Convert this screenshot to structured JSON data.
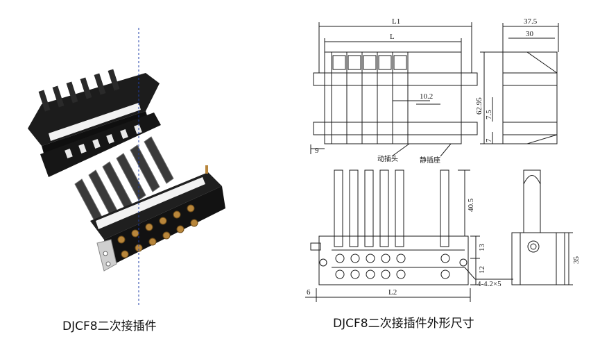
{
  "captions": {
    "photo": "DJCF8二次接插件",
    "drawing": "DJCF8二次接插件外形尺寸"
  },
  "dimensions": {
    "L1": "L1",
    "L": "L",
    "d37_5": "37.5",
    "d30": "30",
    "d10_2": "10.2",
    "d62_95": "62.95",
    "d7_5": "7.5",
    "d7": "7",
    "d9": "9",
    "d40_5": "40.5",
    "d13": "13",
    "d12": "12",
    "d35": "35",
    "d6": "6",
    "L2": "L2",
    "holes": "4-4.2×5"
  },
  "callouts": {
    "moving_plug": "动插头",
    "static_socket": "静插座"
  },
  "colors": {
    "line": "#1a1a1a",
    "connector_body": "#222222",
    "terminal_metal": "#b8863b",
    "label_strip": "#f2f2f2",
    "guide_line": "#1f3fa8"
  }
}
